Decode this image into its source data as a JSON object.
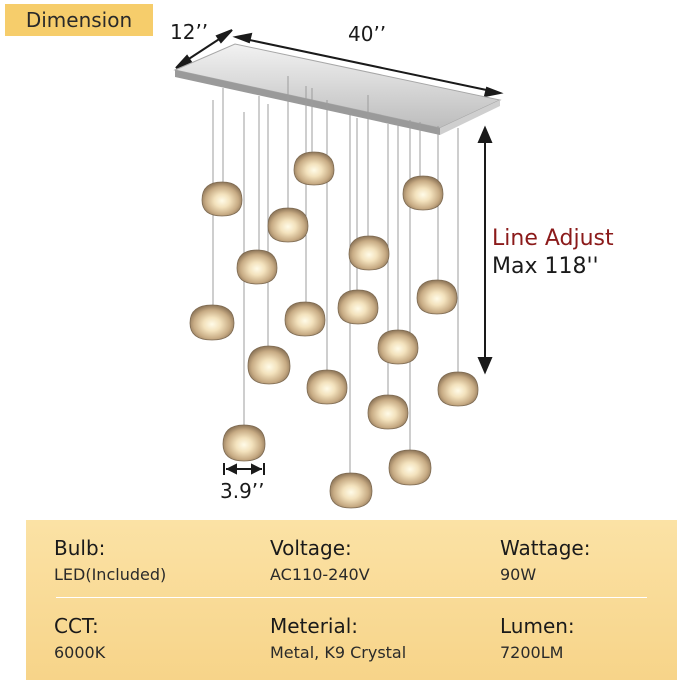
{
  "tag": "Dimension",
  "dimensions": {
    "depth": "12’’",
    "width": "40’’",
    "globe": "3.9’’"
  },
  "adjust": {
    "title": "Line Adjust",
    "max": "Max 118''"
  },
  "specs": [
    {
      "key": "Bulb:",
      "value": "LED(Included)"
    },
    {
      "key": "Voltage:",
      "value": "AC110-240V"
    },
    {
      "key": "Wattage:",
      "value": "90W"
    },
    {
      "key": "CCT:",
      "value": "6000K"
    },
    {
      "key": "Meterial:",
      "value": "Metal, K9 Crystal"
    },
    {
      "key": "Lumen:",
      "value": "7200LM"
    }
  ],
  "colors": {
    "tag": "#f6cd6b",
    "panel": "#f9dc97",
    "accent": "#8b1a1a"
  }
}
